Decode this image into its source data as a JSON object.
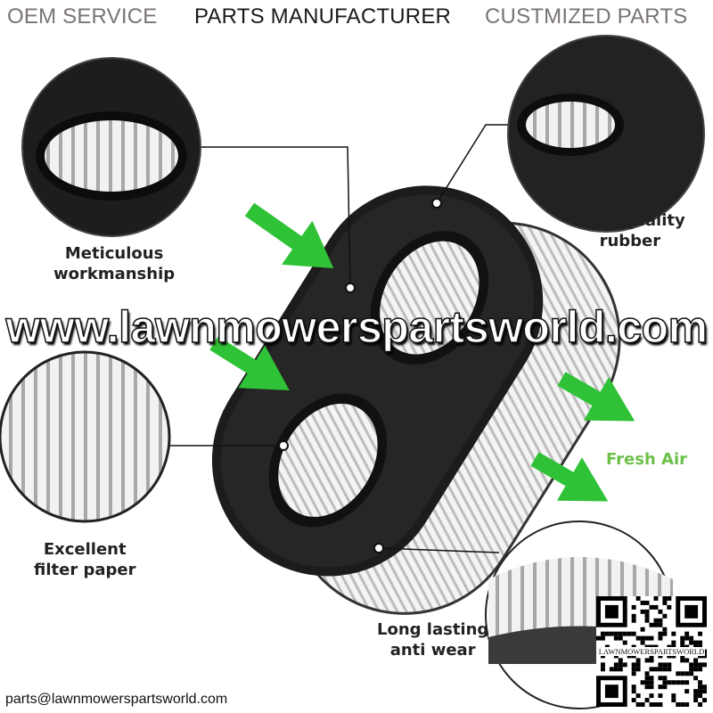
{
  "banner": {
    "items": [
      "OEM SERVICE",
      "PARTS MANUFACTURER",
      "CUSTMIZED PARTS"
    ]
  },
  "callouts": {
    "workmanship": [
      "Meticulous",
      "workmanship"
    ],
    "rubber": [
      "High quality",
      "rubber"
    ],
    "paper": [
      "Excellent",
      "filter paper"
    ],
    "fresh_air": "Fresh Air",
    "wear": [
      "Long lasting",
      "anti wear"
    ]
  },
  "watermark": "www.lawnmowerspartsworld.com",
  "email": "parts@lawnmowerspartsworld.com",
  "qr_label": "LAWNMOWERSPARTSWORLD",
  "colors": {
    "arrow": "#2fc236",
    "fresh_air": "#6cc04a",
    "rubber": "#1c1c1c"
  }
}
